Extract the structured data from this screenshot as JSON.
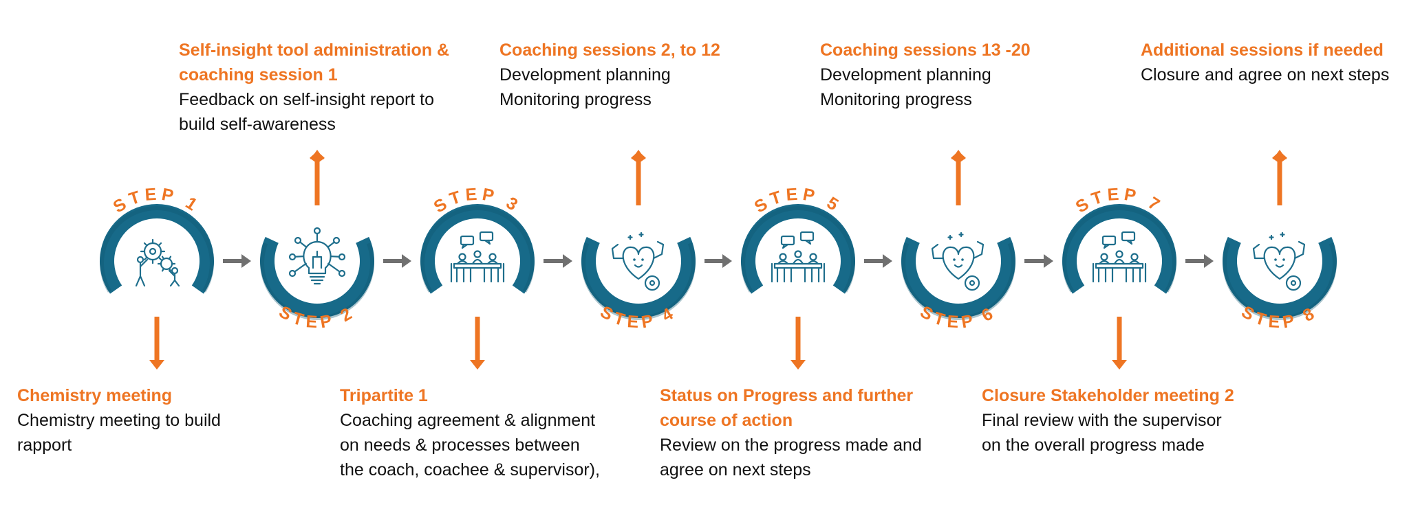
{
  "colors": {
    "ring": "#176A89",
    "ring_dark": "#0E5670",
    "accent": "#EE7523",
    "arrow": "#707070",
    "icon": "#1E6E8C"
  },
  "steps": [
    {
      "label": "STEP 1",
      "icon": "gears-people-icon",
      "caption_pos": "below",
      "title": [
        "Chemistry meeting"
      ],
      "desc": [
        "Chemistry meeting to build",
        "rapport"
      ]
    },
    {
      "label": "STEP 2",
      "icon": "lightbulb-network-icon",
      "caption_pos": "above",
      "title": [
        "Self-insight tool administration &",
        "coaching session 1"
      ],
      "desc": [
        "Feedback on self-insight report to",
        "build self-awareness"
      ]
    },
    {
      "label": "STEP 3",
      "icon": "meeting-table-icon",
      "caption_pos": "below",
      "title": [
        "Tripartite 1"
      ],
      "desc": [
        "Coaching agreement & alignment",
        "on needs & processes between",
        "the coach, coachee & supervisor),"
      ]
    },
    {
      "label": "STEP 4",
      "icon": "strong-heart-icon",
      "caption_pos": "above",
      "title": [
        "Coaching sessions 2, to 12"
      ],
      "desc": [
        "Development planning",
        "Monitoring progress"
      ]
    },
    {
      "label": "STEP 5",
      "icon": "meeting-table-icon",
      "caption_pos": "below",
      "title": [
        "Status on Progress and further",
        "course of action"
      ],
      "desc": [
        "Review on the progress made and",
        "agree on next steps"
      ]
    },
    {
      "label": "STEP 6",
      "icon": "strong-heart-icon",
      "caption_pos": "above",
      "title": [
        "Coaching sessions 13 -20"
      ],
      "desc": [
        "Development planning",
        "Monitoring progress"
      ]
    },
    {
      "label": "STEP 7",
      "icon": "meeting-table-icon",
      "caption_pos": "below",
      "title": [
        "Closure  Stakeholder  meeting  2"
      ],
      "desc": [
        "Final review with the supervisor",
        "on the overall progress made"
      ]
    },
    {
      "label": "STEP 8",
      "icon": "strong-heart-icon",
      "caption_pos": "above",
      "title": [
        "Additional sessions if needed"
      ],
      "desc": [
        "Closure and agree on next steps"
      ]
    }
  ]
}
